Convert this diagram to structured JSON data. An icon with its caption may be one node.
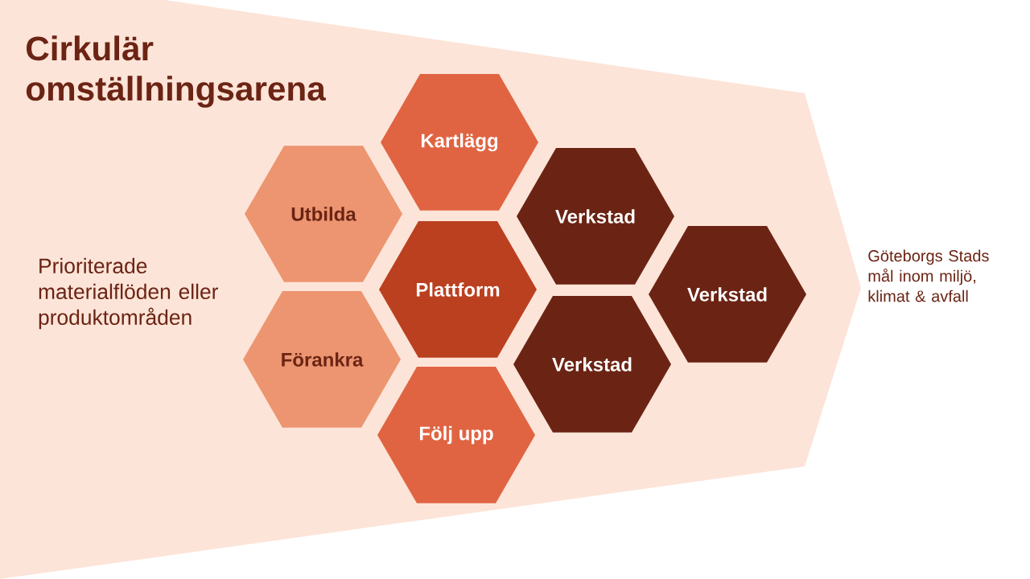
{
  "diagram": {
    "title": "Cirkulär omställningsarena",
    "nodes": [
      {
        "text": [
          "Prioriterade materialflöden eller produktområden"
        ]
      },
      {
        "text": [
          "Kartlägg"
        ],
        "in": 0
      },
      {
        "text": [
          "Utbilda"
        ],
        "in": 0
      },
      {
        "text": [
          "Verkstad"
        ],
        "in": 0
      },
      {
        "text": [
          "Plattform"
        ],
        "in": 0
      },
      {
        "text": [
          "Verkstad"
        ],
        "in": 0
      },
      {
        "text": [
          "Förankra"
        ],
        "in": 0
      },
      {
        "text": [
          "Verkstad"
        ],
        "in": 0
      },
      {
        "text": [
          "Följ upp"
        ],
        "in": 0
      }
    ],
    "labels": [
      "Göteborgs Stads mål inom miljö, klimat & avfall"
    ]
  }
}
